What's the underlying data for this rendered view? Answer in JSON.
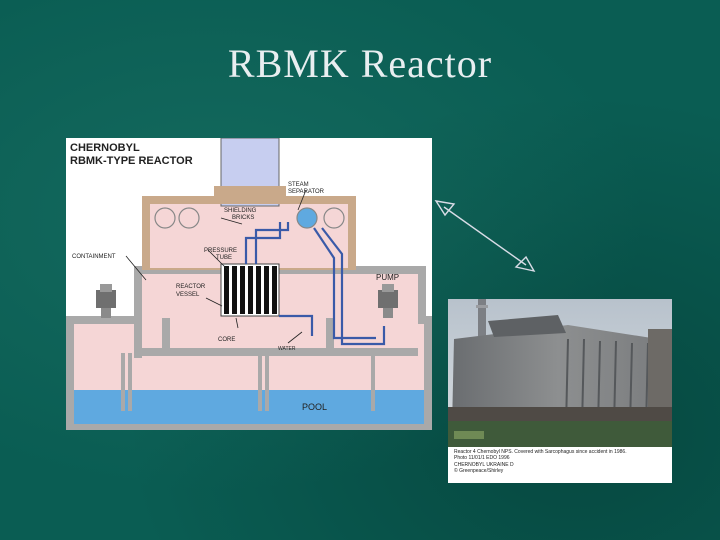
{
  "slide": {
    "title": "RBMK Reactor",
    "colors": {
      "background": "#0a5d53",
      "title_text": "#e8eef0"
    }
  },
  "diagram": {
    "heading_line1": "CHERNOBYL",
    "heading_line2": "RBMK-TYPE REACTOR",
    "labels": {
      "steam_separator_1": "STEAM",
      "steam_separator_2": "SEPARATOR",
      "shielding_bricks_1": "SHIELDING",
      "shielding_bricks_2": "BRICKS",
      "pressure_tube_1": "PRESSURE",
      "pressure_tube_2": "TUBE",
      "containment": "CONTAINMENT",
      "pump": "PUMP",
      "reactor_vessel_1": "REACTOR",
      "reactor_vessel_2": "VESSEL",
      "core": "CORE",
      "water": "WATER",
      "pool": "POOL"
    },
    "colors": {
      "building": "#f5d6d6",
      "walls": "#a9a9a9",
      "bricks": "#c9a98a",
      "pool": "#5fa9e0",
      "pipes": "#3a5aa8",
      "top_box": "#c7cef0"
    }
  },
  "photo": {
    "caption_lines": [
      "Reactor 4 Chernobyl NPS. Covered with Sarcophagus since accident in 1986.",
      "Photo 11/01/1    EDO 1996",
      "CHERNOBYL UKRAINE    D",
      "© Greenpeace/Shirley"
    ]
  }
}
